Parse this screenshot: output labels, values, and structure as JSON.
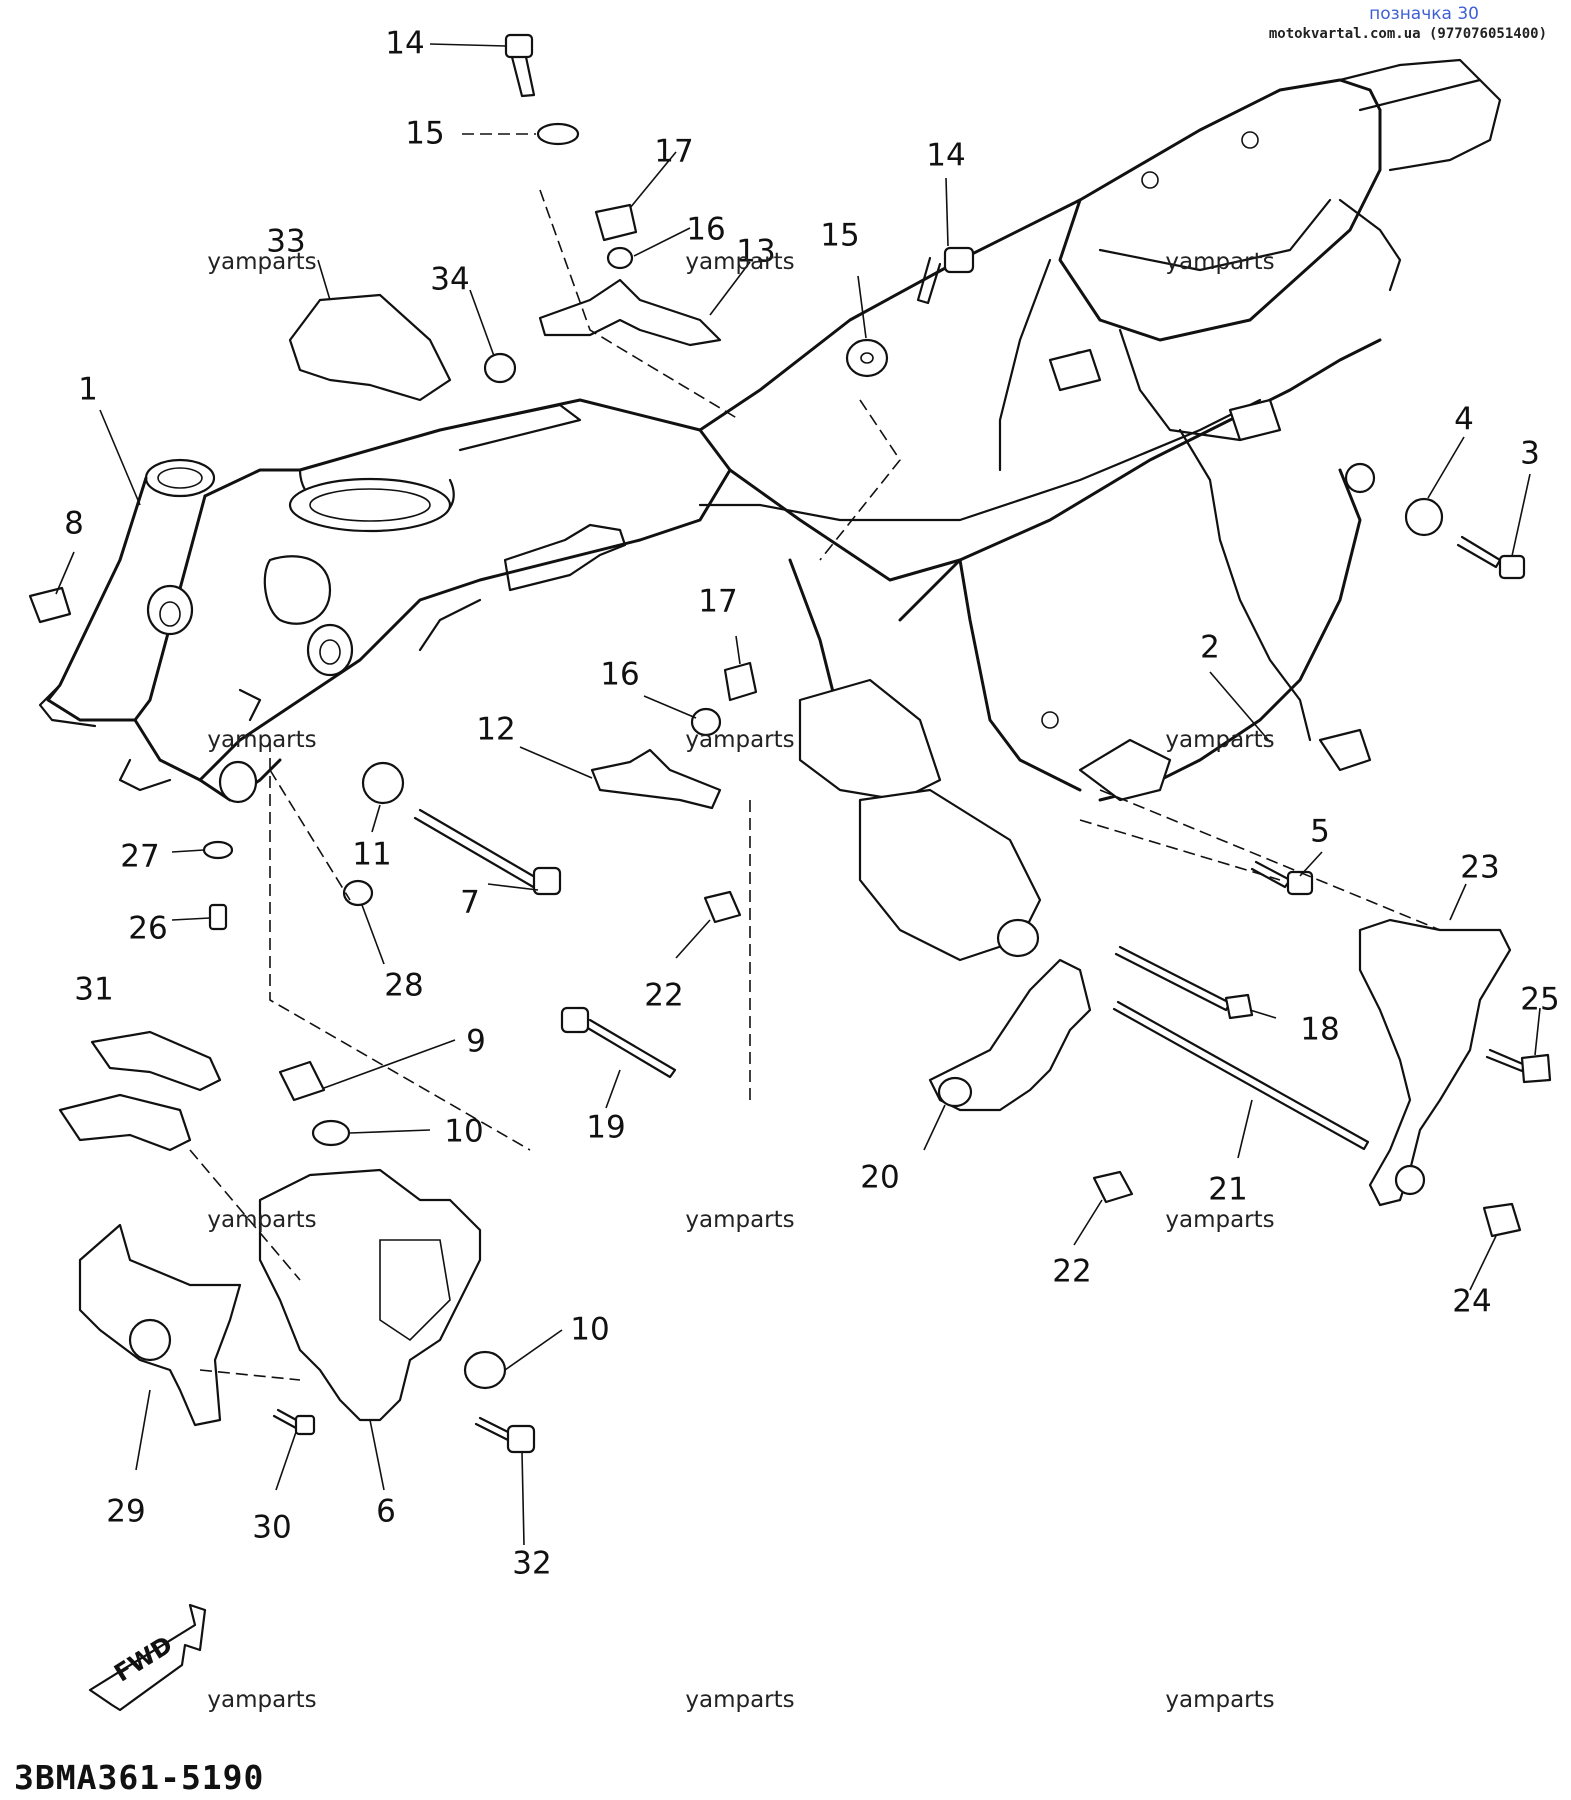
{
  "header": {
    "link_text": "позначка 30",
    "source_text": "motokvartal.com.ua (977076051400)"
  },
  "diagram": {
    "code": "3BMA361-5190",
    "fwd_label": "FWD",
    "watermark_text": "yamparts",
    "callouts": [
      {
        "id": "c14a",
        "label": "14"
      },
      {
        "id": "c15a",
        "label": "15"
      },
      {
        "id": "c17a",
        "label": "17"
      },
      {
        "id": "c16a",
        "label": "16"
      },
      {
        "id": "c13",
        "label": "13"
      },
      {
        "id": "c33",
        "label": "33"
      },
      {
        "id": "c34",
        "label": "34"
      },
      {
        "id": "c14b",
        "label": "14"
      },
      {
        "id": "c15b",
        "label": "15"
      },
      {
        "id": "c1",
        "label": "1"
      },
      {
        "id": "c8",
        "label": "8"
      },
      {
        "id": "c4",
        "label": "4"
      },
      {
        "id": "c3",
        "label": "3"
      },
      {
        "id": "c17b",
        "label": "17"
      },
      {
        "id": "c16b",
        "label": "16"
      },
      {
        "id": "c2",
        "label": "2"
      },
      {
        "id": "c12",
        "label": "12"
      },
      {
        "id": "c11",
        "label": "11"
      },
      {
        "id": "c5",
        "label": "5"
      },
      {
        "id": "c27",
        "label": "27"
      },
      {
        "id": "c7",
        "label": "7"
      },
      {
        "id": "c23",
        "label": "23"
      },
      {
        "id": "c26",
        "label": "26"
      },
      {
        "id": "c28",
        "label": "28"
      },
      {
        "id": "c22a",
        "label": "22"
      },
      {
        "id": "c31",
        "label": "31"
      },
      {
        "id": "c18",
        "label": "18"
      },
      {
        "id": "c25",
        "label": "25"
      },
      {
        "id": "c9",
        "label": "9"
      },
      {
        "id": "c19",
        "label": "19"
      },
      {
        "id": "c10a",
        "label": "10"
      },
      {
        "id": "c20",
        "label": "20"
      },
      {
        "id": "c21",
        "label": "21"
      },
      {
        "id": "c22b",
        "label": "22"
      },
      {
        "id": "c24",
        "label": "24"
      },
      {
        "id": "c10b",
        "label": "10"
      },
      {
        "id": "c29",
        "label": "29"
      },
      {
        "id": "c30",
        "label": "30"
      },
      {
        "id": "c6",
        "label": "6"
      },
      {
        "id": "c32",
        "label": "32"
      }
    ]
  }
}
